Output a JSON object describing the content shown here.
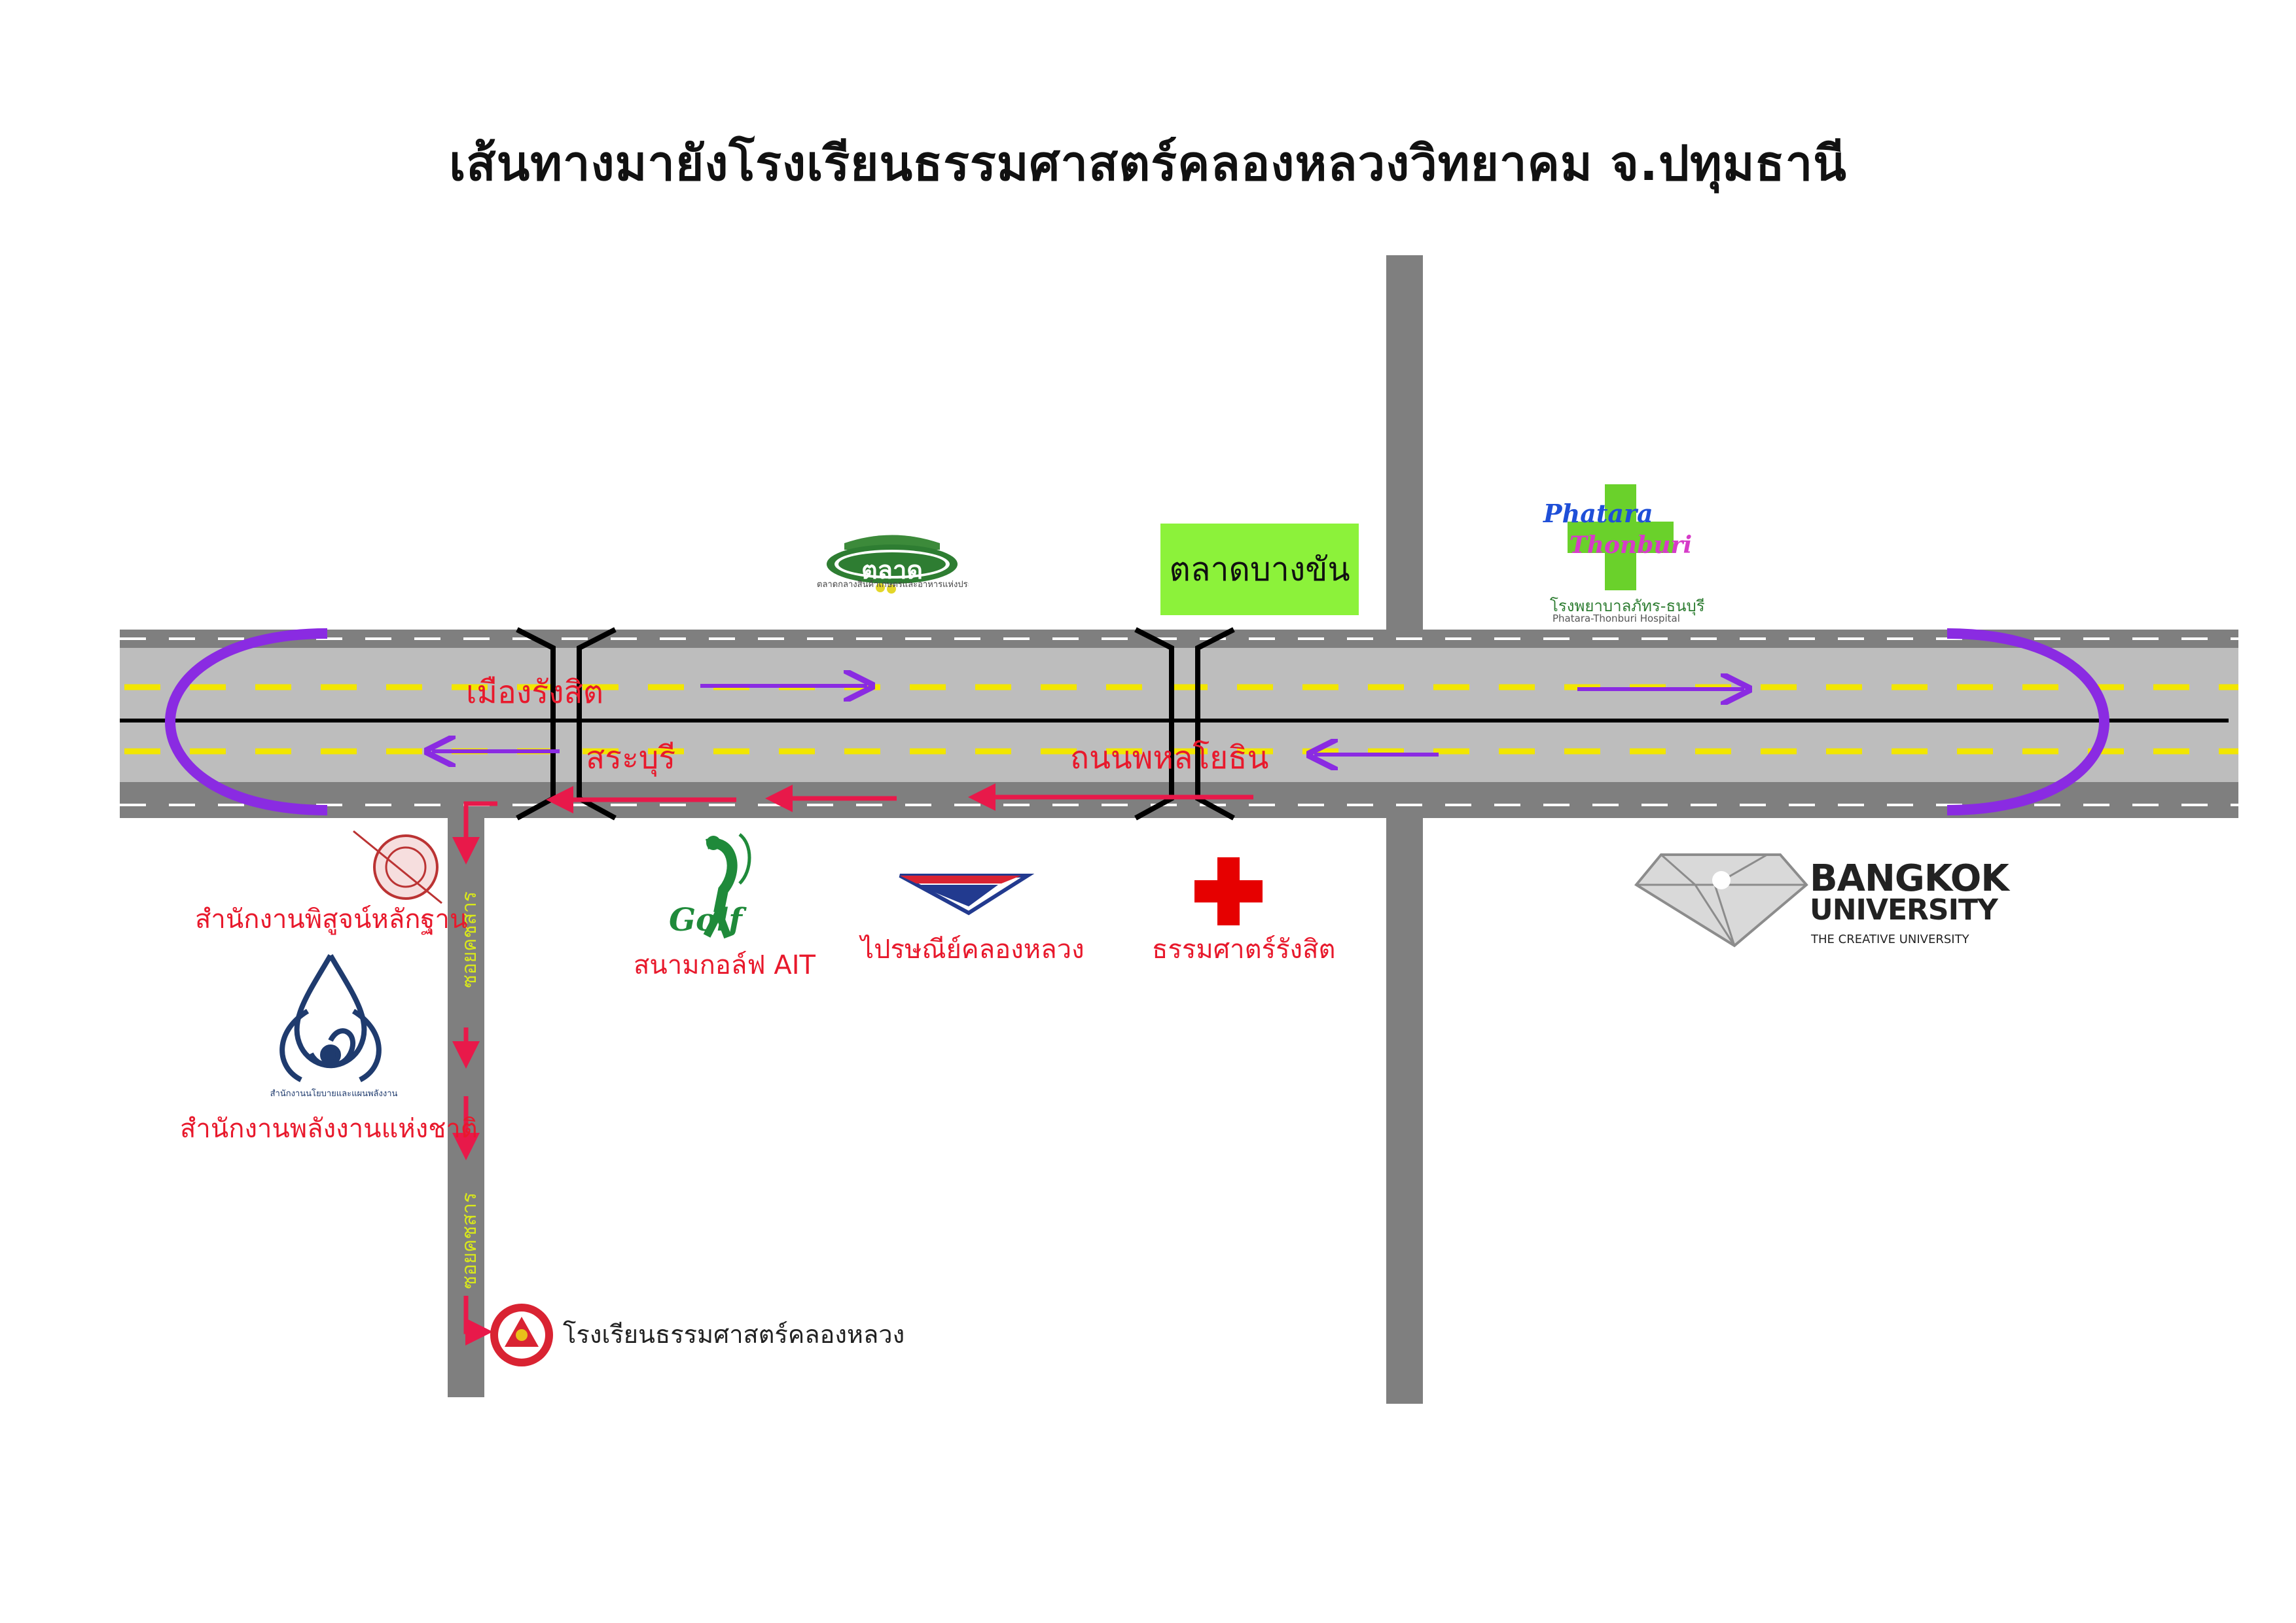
{
  "title": "เส้นทางมายังโรงเรียนธรรมศาสตร์คลองหลวงวิทยาคม จ.ปทุมธานี",
  "roads": {
    "to_rangsit": "เมืองรังสิต",
    "to_saraburi": "สระบุรี",
    "phahonyothin": "ถนนพหลโยธิน",
    "soi_a": "ซอยคชสาร",
    "soi_b": "ซอยคชสาร"
  },
  "landmarks": {
    "talad_thai_logo": "ตลาดไท",
    "talad_thai_sub": "ตลาดกลางสินค้าเกษตรและอาหารแห่งประเทศไทย",
    "bang_khan_market": "ตลาดบางขัน",
    "hospital_logo_top": "Phatara",
    "hospital_logo_bottom": "Thonburi",
    "hospital_th": "โรงพยาบาลภัทร-ธนบุรี",
    "hospital_en": "Phatara-Thonburi Hospital",
    "forensic_office": "สำนักงานพิสูจน์หลักฐาน",
    "energy_office": "สำนักงานพลังงานแห่งชาติ",
    "energy_logo_text": "สำนักงานนโยบายและแผนพลังงาน",
    "golf_logo": "Golf",
    "golf_course": "สนามกอล์ฟ AIT",
    "post_office": "ไปรษณีย์คลองหลวง",
    "tu_rangsit": "ธรรมศาตร์รังสิต",
    "bu_line1": "BANGKOK",
    "bu_line2": "UNIVERSITY",
    "bu_tagline": "THE CREATIVE UNIVERSITY",
    "school": "โรงเรียนธรรมศาสตร์คลองหลวง"
  },
  "colors": {
    "road": "#bdbdbd",
    "road_edge": "#7f7f7f",
    "lane_dash": "#f2e600",
    "uturn": "#8a2be2",
    "route_arrow": "#e8194a",
    "label_red": "#e8192c",
    "market_green": "#8cf23a"
  }
}
